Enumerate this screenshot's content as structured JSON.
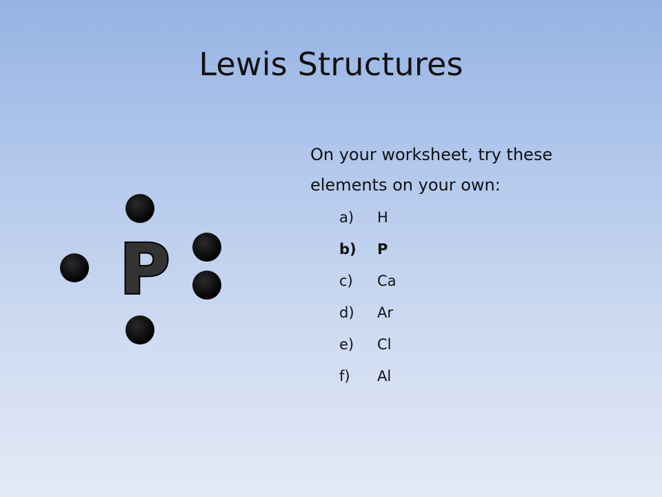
{
  "slide": {
    "title": "Lewis Structures",
    "intro": "On  your worksheet, try these elements on your own:",
    "options": [
      {
        "marker": "a)",
        "element": "H",
        "emphasized": false
      },
      {
        "marker": "b)",
        "element": "P",
        "emphasized": true
      },
      {
        "marker": "c)",
        "element": "Ca",
        "emphasized": false
      },
      {
        "marker": "d)",
        "element": "Ar",
        "emphasized": false
      },
      {
        "marker": "e)",
        "element": "Cl",
        "emphasized": false
      },
      {
        "marker": "f)",
        "element": "Al",
        "emphasized": false
      }
    ]
  },
  "lewis_structure": {
    "symbol": "P",
    "valence_electrons": 5,
    "dot_color": "#000000",
    "symbol_fill": "#333333",
    "symbol_outline": "#000000"
  }
}
